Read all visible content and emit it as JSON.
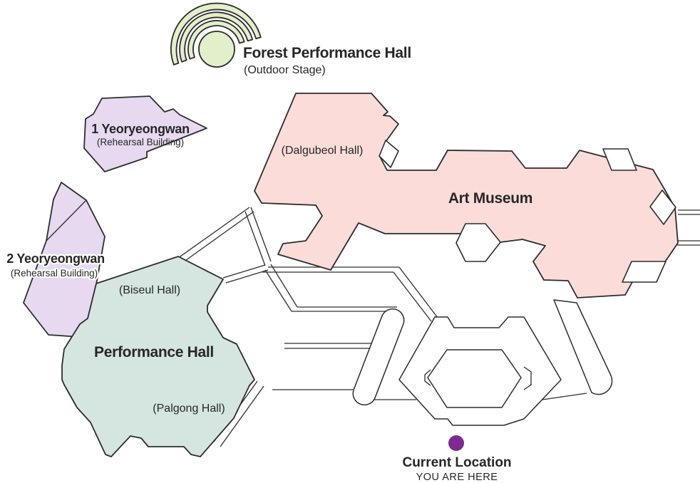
{
  "map": {
    "background": "#ffffff",
    "outline_color": "#2d2d2d",
    "venues": [
      {
        "name": "Forest Performance Hall",
        "subtitle": "(Outdoor Stage)",
        "color": "#e2efca",
        "icon": "amphitheater-arcs-icon"
      },
      {
        "name": "1 Yeoryeongwan",
        "subtitle": "(Rehearsal Building)",
        "color": "#e6d9f0"
      },
      {
        "name": "2 Yeoryeongwan",
        "subtitle": "(Rehearsal Building)",
        "color": "#e6d9f0"
      },
      {
        "name": "Art Museum",
        "subtitle": "(Dalgubeol Hall)",
        "color": "#fbdcd8"
      },
      {
        "name": "Performance Hall",
        "subtitle": "(Biseul Hall)",
        "subtitle2": "(Palgong Hall)",
        "color": "#d5e5e0"
      }
    ],
    "current_location": {
      "label": "Current Location",
      "sublabel": "YOU ARE HERE",
      "dot_color": "#7c2b90"
    }
  }
}
